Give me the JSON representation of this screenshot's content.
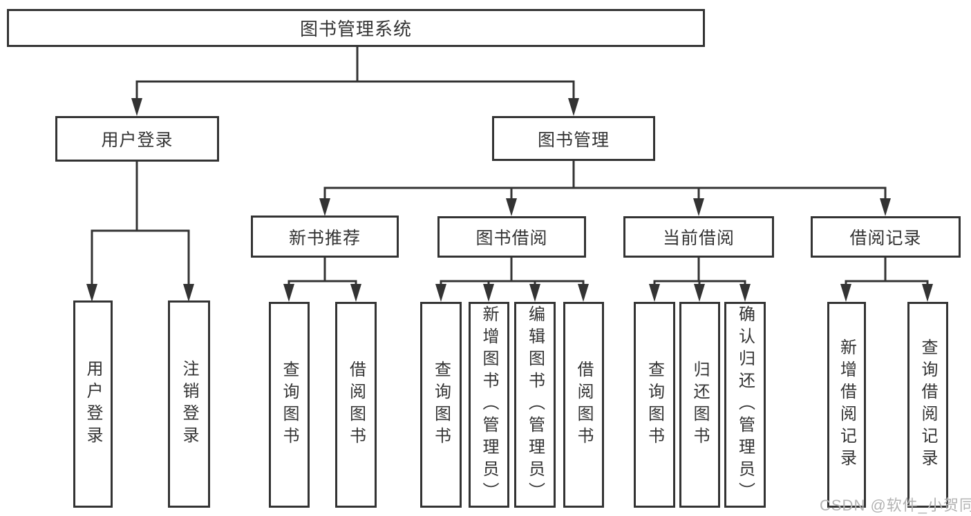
{
  "diagram_title": "图书管理系统",
  "tree": {
    "label": "图书管理系统",
    "children": [
      {
        "label": "用户登录",
        "children": [
          {
            "label": "用户登录"
          },
          {
            "label": "注销登录"
          }
        ]
      },
      {
        "label": "图书管理",
        "children": [
          {
            "label": "新书推荐",
            "children": [
              {
                "label": "查询图书"
              },
              {
                "label": "借阅图书"
              }
            ]
          },
          {
            "label": "图书借阅",
            "children": [
              {
                "label": "查询图书"
              },
              {
                "label": "新增图书（管理员）"
              },
              {
                "label": "编辑图书（管理员）"
              },
              {
                "label": "借阅图书"
              }
            ]
          },
          {
            "label": "当前借阅",
            "children": [
              {
                "label": "查询图书"
              },
              {
                "label": "归还图书"
              },
              {
                "label": "确认归还（管理员）"
              }
            ]
          },
          {
            "label": "借阅记录",
            "children": [
              {
                "label": "新增借阅记录"
              },
              {
                "label": "查询借阅记录"
              }
            ]
          }
        ]
      }
    ]
  },
  "watermark": "CSDN @软件_小贺同学",
  "colors": {
    "line": "#333333",
    "text": "#333333",
    "watermark": "#b3b3b3",
    "background": "#ffffff"
  }
}
